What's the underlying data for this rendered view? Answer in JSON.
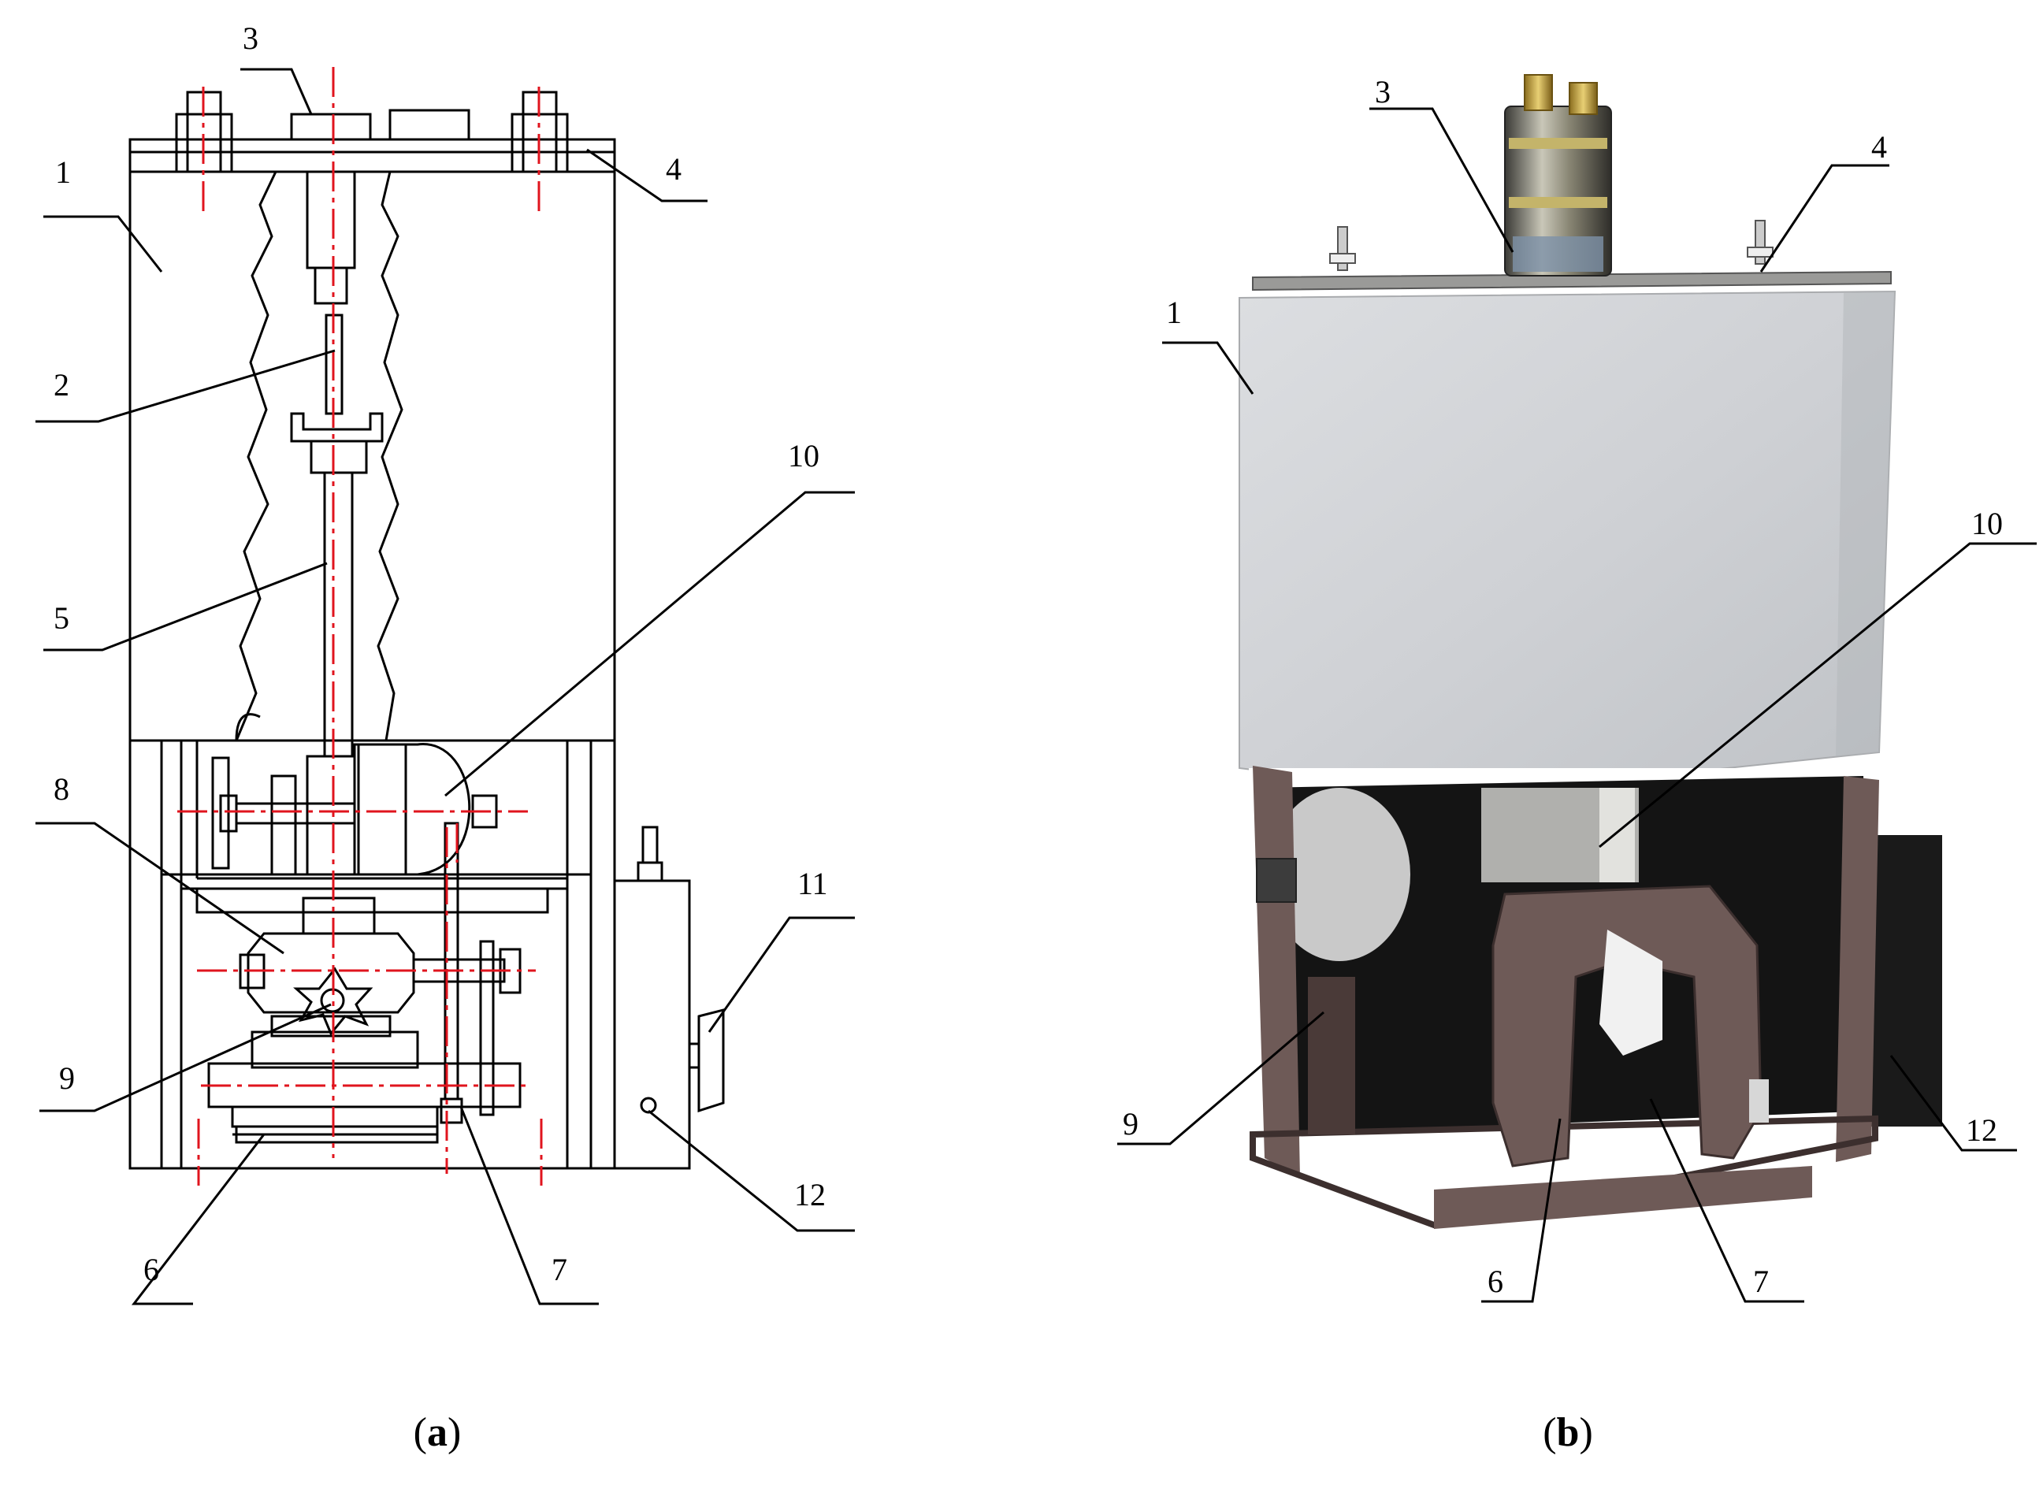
{
  "figure": {
    "panel_a": {
      "caption": "(a)",
      "caption_letter": "a",
      "labels": [
        "1",
        "2",
        "3",
        "4",
        "5",
        "6",
        "7",
        "8",
        "9",
        "10",
        "11",
        "12"
      ]
    },
    "panel_b": {
      "caption": "(b)",
      "caption_letter": "b",
      "labels": [
        "1",
        "3",
        "4",
        "6",
        "7",
        "9",
        "10",
        "12"
      ]
    }
  },
  "colors": {
    "ink": "#000000",
    "centerline": "#e0141e",
    "box_light": "#d9dadc",
    "box_shade": "#b9bcc0",
    "frame_brown": "#6e5a57",
    "frame_dark": "#3c2f2e"
  }
}
